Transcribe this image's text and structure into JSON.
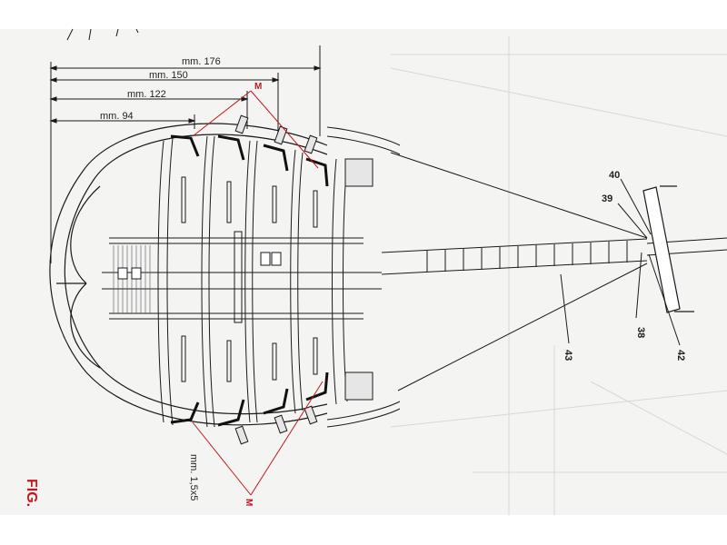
{
  "drawing": {
    "dimensions": {
      "d176": "mm. 176",
      "d150": "mm. 150",
      "d122": "mm. 122",
      "d94": "mm. 94",
      "d15": "mm. 1,5x5"
    },
    "callouts": {
      "c40": "40",
      "c39": "39",
      "c38": "38",
      "c42": "42",
      "c43": "43"
    },
    "markers": {
      "m_top": "M",
      "m_bottom": "M"
    },
    "figure_label": "FIG."
  },
  "colors": {
    "paper": "#f4f4f3",
    "ink": "#1a1a1a",
    "accent_red": "#c0181e"
  }
}
